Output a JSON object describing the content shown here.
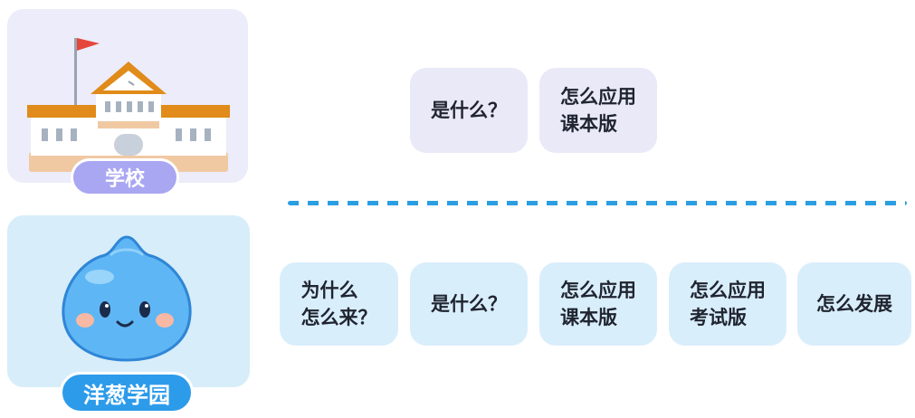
{
  "school": {
    "label": "学校",
    "cards": [
      {
        "lines": [
          "是什么？"
        ]
      },
      {
        "lines": [
          "怎么应用",
          "课本版"
        ]
      }
    ]
  },
  "yangcong": {
    "label": "洋葱学园",
    "cards": [
      {
        "lines": [
          "为什么",
          "怎么来？"
        ]
      },
      {
        "lines": [
          "是什么？"
        ]
      },
      {
        "lines": [
          "怎么应用",
          "课本版"
        ]
      },
      {
        "lines": [
          "怎么应用",
          "考试版"
        ]
      },
      {
        "lines": [
          "怎么发展"
        ]
      }
    ]
  },
  "colors": {
    "school_panel": "#ececfa",
    "yangcong_panel": "#d7edf9",
    "school_pill": "#a9a6f2",
    "yangcong_pill": "#2c9bea",
    "divider": "#2a9ee3"
  }
}
